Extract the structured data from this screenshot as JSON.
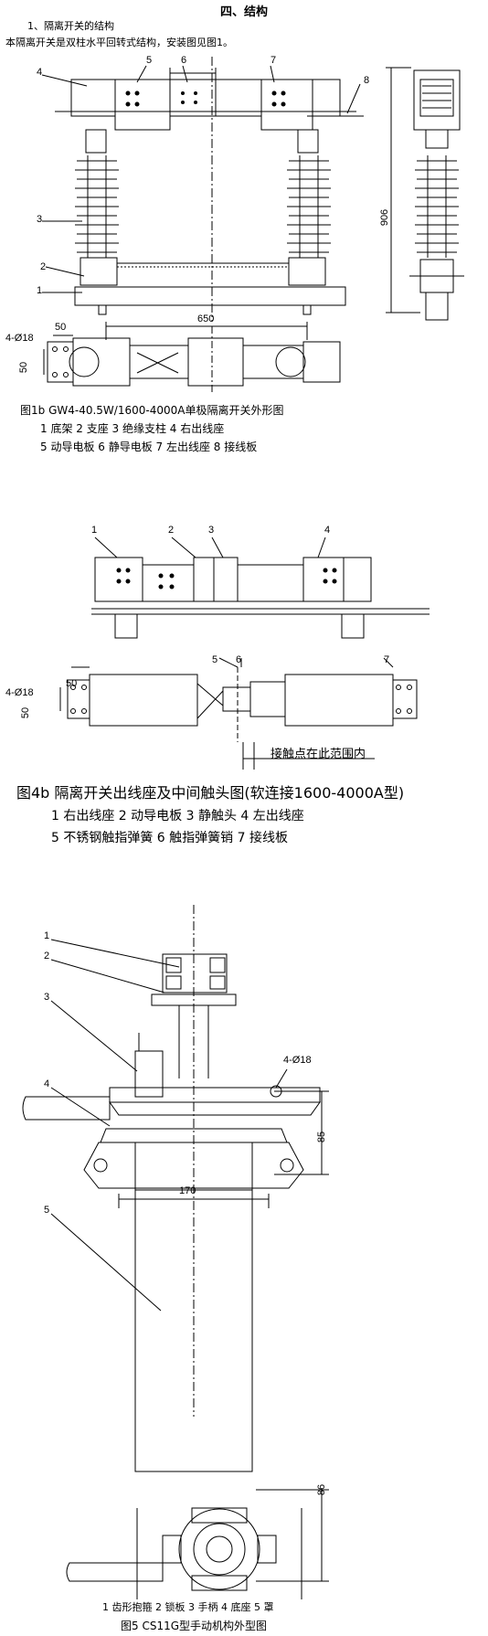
{
  "section_heading": "四、结构",
  "subsection": "1、隔离开关的结构",
  "intro": "本隔离开关是双柱水平回转式结构，安装图见图1。",
  "fig1": {
    "part_numbers": [
      "1",
      "2",
      "3",
      "4",
      "5",
      "6",
      "7",
      "8"
    ],
    "dim_height": "906",
    "dim_width": "650",
    "dim_hole": "4-Ø18",
    "dim_50a": "50",
    "dim_50b": "50",
    "caption": "图1b GW4-40.5W/1600-4000A单极隔离开关外形图",
    "legend_line1": "1 底架 2 支座 3 绝缘支柱 4 右出线座",
    "legend_line2": "5 动导电板 6 静导电板 7 左出线座 8 接线板"
  },
  "fig4": {
    "part_numbers_top": [
      "1",
      "2",
      "3",
      "4"
    ],
    "part_numbers_bottom": [
      "5",
      "6",
      "7"
    ],
    "dim_hole": "4-Ø18",
    "dim_50a": "50",
    "dim_50b": "50",
    "contact_note": "接触点在此范围内",
    "caption": "图4b 隔离开关出线座及中间触头图(软连接1600-4000A型)",
    "legend_line1": "1 右出线座 2 动导电板 3 静触头 4 左出线座",
    "legend_line2": "5 不锈钢触指弹簧 6 触指弹簧销 7 接线板"
  },
  "fig5": {
    "part_numbers": [
      "1",
      "2",
      "3",
      "4",
      "5"
    ],
    "dim_hole": "4-Ø18",
    "dim_85": "85",
    "dim_170": "170",
    "dim_86": "86",
    "legend": "1 齿形抱箍 2 锁板 3 手柄 4 底座 5 罩",
    "caption": "图5 CS11G型手动机构外型图"
  }
}
